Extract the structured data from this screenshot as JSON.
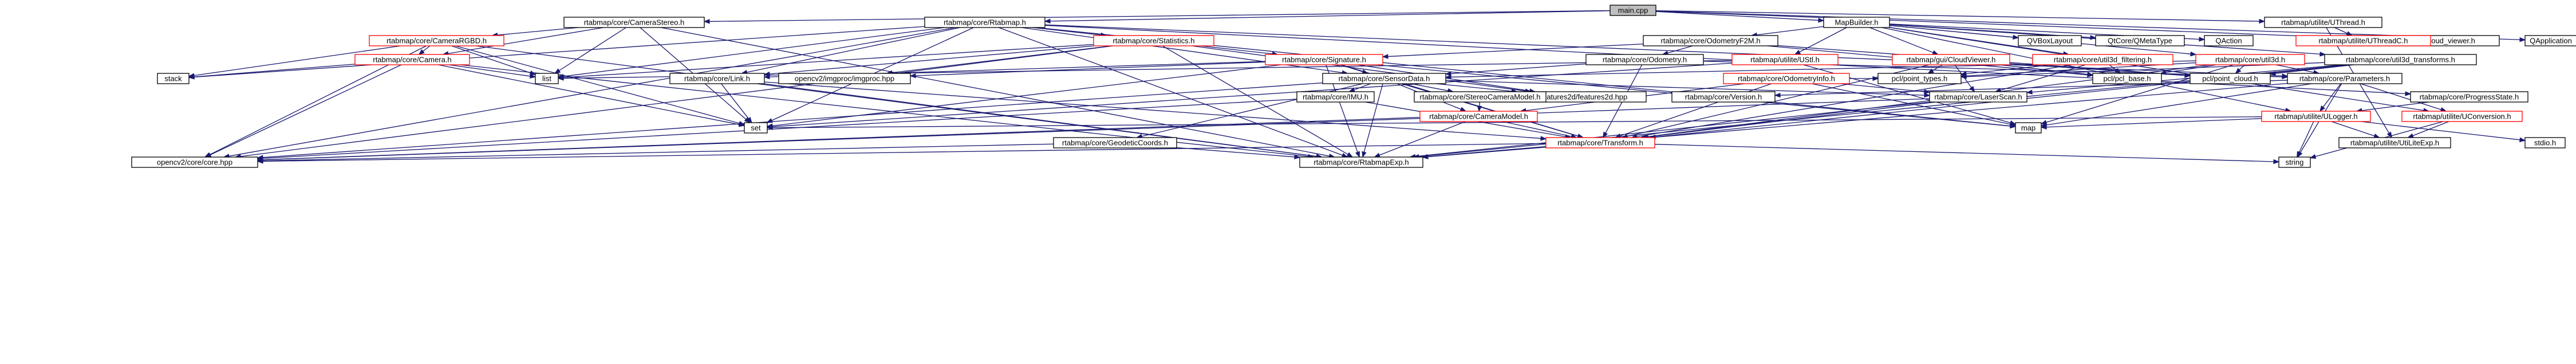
{
  "diagram": {
    "nodes": [
      {
        "id": "main",
        "label": "main.cpp",
        "root": true
      },
      {
        "id": "camstereo",
        "label": "rtabmap/core/CameraStereo.h"
      },
      {
        "id": "rtabmaph",
        "label": "rtabmap/core/Rtabmap.h"
      },
      {
        "id": "mapbuilder",
        "label": "MapBuilder.h"
      },
      {
        "id": "uthread",
        "label": "rtabmap/utilite/UThread.h"
      },
      {
        "id": "cloudviewer_pcl",
        "label": "pcl/visualization/cloud_viewer.h"
      },
      {
        "id": "qapplication",
        "label": "QApplication"
      },
      {
        "id": "camrgbd",
        "label": "rtabmap/core/CameraRGBD.h",
        "red": true
      },
      {
        "id": "statistics",
        "label": "rtabmap/core/Statistics.h",
        "red": true
      },
      {
        "id": "odomf2m",
        "label": "rtabmap/core/OdometryF2M.h"
      },
      {
        "id": "qvbox",
        "label": "QVBoxLayout"
      },
      {
        "id": "qmeta",
        "label": "QtCore/QMetaType"
      },
      {
        "id": "qaction",
        "label": "QAction"
      },
      {
        "id": "uthreadc",
        "label": "rtabmap/utilite/UThreadC.h",
        "red": true
      },
      {
        "id": "camera",
        "label": "rtabmap/core/Camera.h",
        "red": true
      },
      {
        "id": "signature",
        "label": "rtabmap/core/Signature.h",
        "red": true
      },
      {
        "id": "odometry",
        "label": "rtabmap/core/Odometry.h"
      },
      {
        "id": "ustl",
        "label": "rtabmap/utilite/UStl.h",
        "red": true
      },
      {
        "id": "cloudviewer",
        "label": "rtabmap/gui/CloudViewer.h",
        "red": true
      },
      {
        "id": "util3dfilt",
        "label": "rtabmap/core/util3d_filtering.h",
        "red": true
      },
      {
        "id": "util3d",
        "label": "rtabmap/core/util3d.h",
        "red": true
      },
      {
        "id": "util3dtrans",
        "label": "rtabmap/core/util3d_transforms.h"
      },
      {
        "id": "stack",
        "label": "stack"
      },
      {
        "id": "list",
        "label": "list"
      },
      {
        "id": "link",
        "label": "rtabmap/core/Link.h"
      },
      {
        "id": "imgproc",
        "label": "opencv2/imgproc/imgproc.hpp"
      },
      {
        "id": "sensordata",
        "label": "rtabmap/core/SensorData.h"
      },
      {
        "id": "odominfo",
        "label": "rtabmap/core/OdometryInfo.h",
        "red": true
      },
      {
        "id": "pcltypes",
        "label": "pcl/point_types.h"
      },
      {
        "id": "pclbase",
        "label": "pcl/pcl_base.h"
      },
      {
        "id": "pclcloud",
        "label": "pcl/point_cloud.h"
      },
      {
        "id": "parameters",
        "label": "rtabmap/core/Parameters.h"
      },
      {
        "id": "features2d",
        "label": "opencv2/features2d/features2d.hpp"
      },
      {
        "id": "imu",
        "label": "rtabmap/core/IMU.h"
      },
      {
        "id": "stereocam",
        "label": "rtabmap/core/StereoCameraModel.h"
      },
      {
        "id": "version",
        "label": "rtabmap/core/Version.h"
      },
      {
        "id": "laserscan",
        "label": "rtabmap/core/LaserScan.h"
      },
      {
        "id": "progress",
        "label": "rtabmap/core/ProgressState.h"
      },
      {
        "id": "cameramodel",
        "label": "rtabmap/core/CameraModel.h",
        "red": true
      },
      {
        "id": "ulogger",
        "label": "rtabmap/utilite/ULogger.h",
        "red": true
      },
      {
        "id": "uconversion",
        "label": "rtabmap/utilite/UConversion.h",
        "red": true
      },
      {
        "id": "set",
        "label": "set"
      },
      {
        "id": "map",
        "label": "map"
      },
      {
        "id": "geodetic",
        "label": "rtabmap/core/GeodeticCoords.h"
      },
      {
        "id": "transform",
        "label": "rtabmap/core/Transform.h",
        "red": true
      },
      {
        "id": "stdioh",
        "label": "stdio.h"
      },
      {
        "id": "ulitesexp",
        "label": "rtabmap/utilite/UtiLiteExp.h"
      },
      {
        "id": "cvcore",
        "label": "opencv2/core/core.hpp"
      },
      {
        "id": "rtabmapexp",
        "label": "rtabmap/core/RtabmapExp.h"
      },
      {
        "id": "string",
        "label": "string"
      }
    ]
  }
}
